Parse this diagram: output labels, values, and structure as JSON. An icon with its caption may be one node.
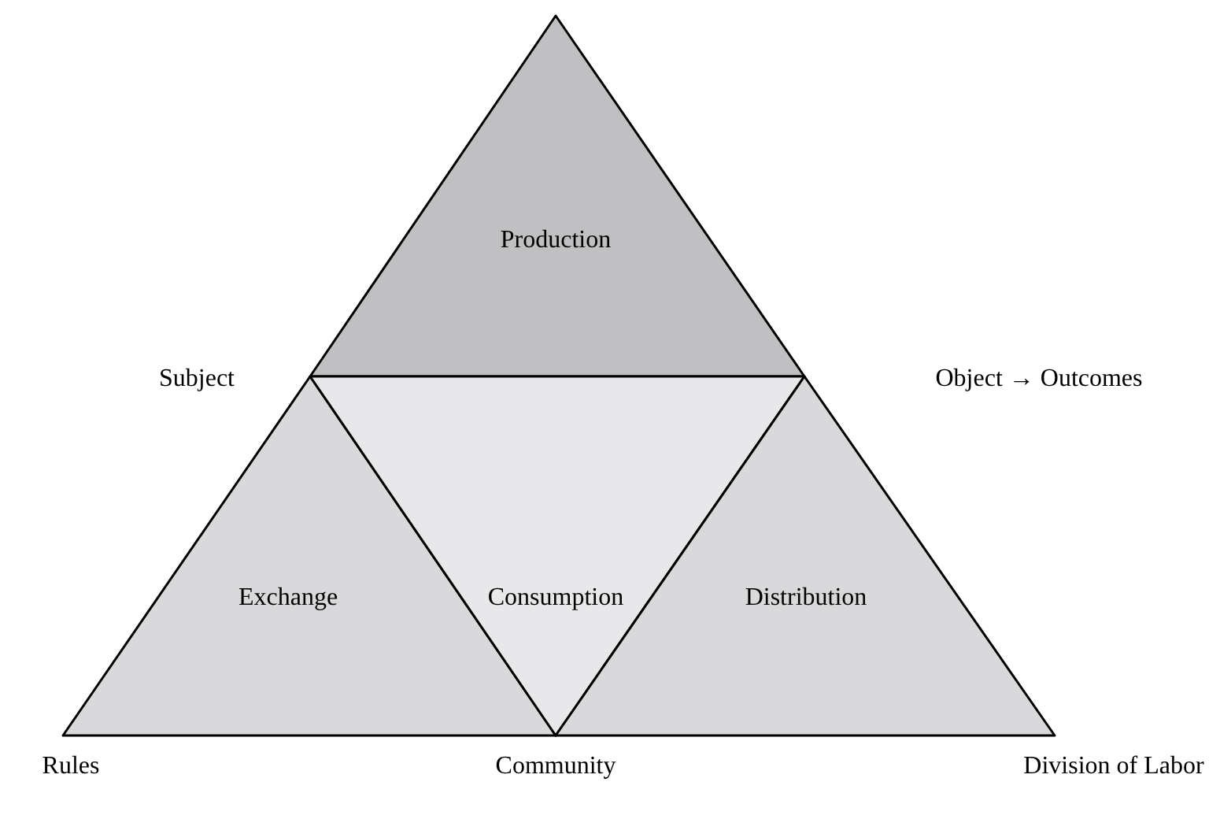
{
  "diagram": {
    "nodes": [
      {
        "text": [
          "Production"
        ]
      },
      {
        "text": [
          "Exchange"
        ]
      },
      {
        "text": [
          "Consumption"
        ]
      },
      {
        "text": [
          "Distribution"
        ]
      }
    ],
    "labels": [
      "Subject",
      "Object → Outcomes",
      "Rules",
      "Community",
      "Division of Labor"
    ]
  }
}
